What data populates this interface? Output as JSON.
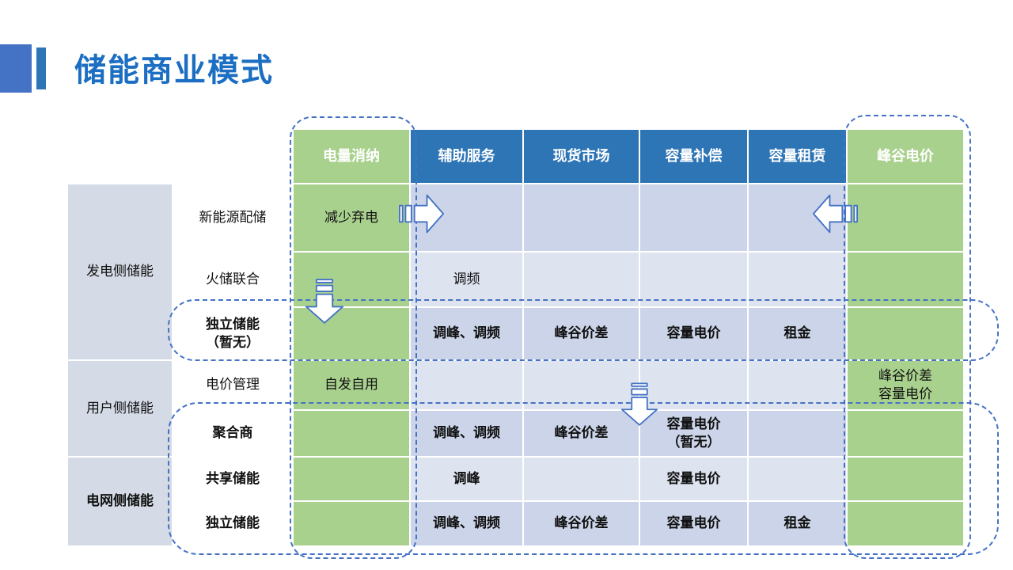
{
  "slide": {
    "title": "储能商业模式"
  },
  "table": {
    "headers": [
      {
        "label": "电量消纳"
      },
      {
        "label": "辅助服务"
      },
      {
        "label": "现货市场"
      },
      {
        "label": "容量补偿"
      },
      {
        "label": "容量租赁"
      },
      {
        "label": "峰谷电价"
      }
    ],
    "groups": [
      {
        "label": "发电侧储能"
      },
      {
        "label": "用户侧储能"
      },
      {
        "label": "电网侧储能"
      }
    ],
    "rows": [
      {
        "label": "新能源配储",
        "c1": "减少弃电",
        "c2": "",
        "c3": "",
        "c4": "",
        "c5": "",
        "c6": ""
      },
      {
        "label": "火储联合",
        "c1": "",
        "c2": "调频",
        "c3": "",
        "c4": "",
        "c5": "",
        "c6": ""
      },
      {
        "label": "独立储能\n（暂无）",
        "c1": "",
        "c2": "调峰、调频",
        "c3": "峰谷价差",
        "c4": "容量电价",
        "c5": "租金",
        "c6": ""
      },
      {
        "label": "电价管理",
        "c1": "自发自用",
        "c2": "",
        "c3": "",
        "c4": "",
        "c5": "",
        "c6": "峰谷价差\n容量电价"
      },
      {
        "label": "聚合商",
        "c1": "",
        "c2": "调峰、调频",
        "c3": "峰谷价差",
        "c4": "容量电价\n（暂无）",
        "c5": "",
        "c6": ""
      },
      {
        "label": "共享储能",
        "c1": "",
        "c2": "调峰",
        "c3": "",
        "c4": "容量电价",
        "c5": "",
        "c6": ""
      },
      {
        "label": "独立储能",
        "c1": "",
        "c2": "调峰、调频",
        "c3": "峰谷价差",
        "c4": "容量电价",
        "c5": "租金",
        "c6": ""
      }
    ]
  },
  "shapes": {
    "arrows": [
      "striped-right-arrow",
      "striped-left-arrow",
      "striped-down-arrow",
      "striped-down-arrow"
    ]
  },
  "colors": {
    "title_blue": "#1B6EC2",
    "accent_blue": "#4472C4",
    "header_blue": "#2E75B6",
    "green": "#A9D18E",
    "band_dark": "#CBD4E8",
    "band_light": "#DEE3F0",
    "group_bg": "#D5DBE6"
  }
}
